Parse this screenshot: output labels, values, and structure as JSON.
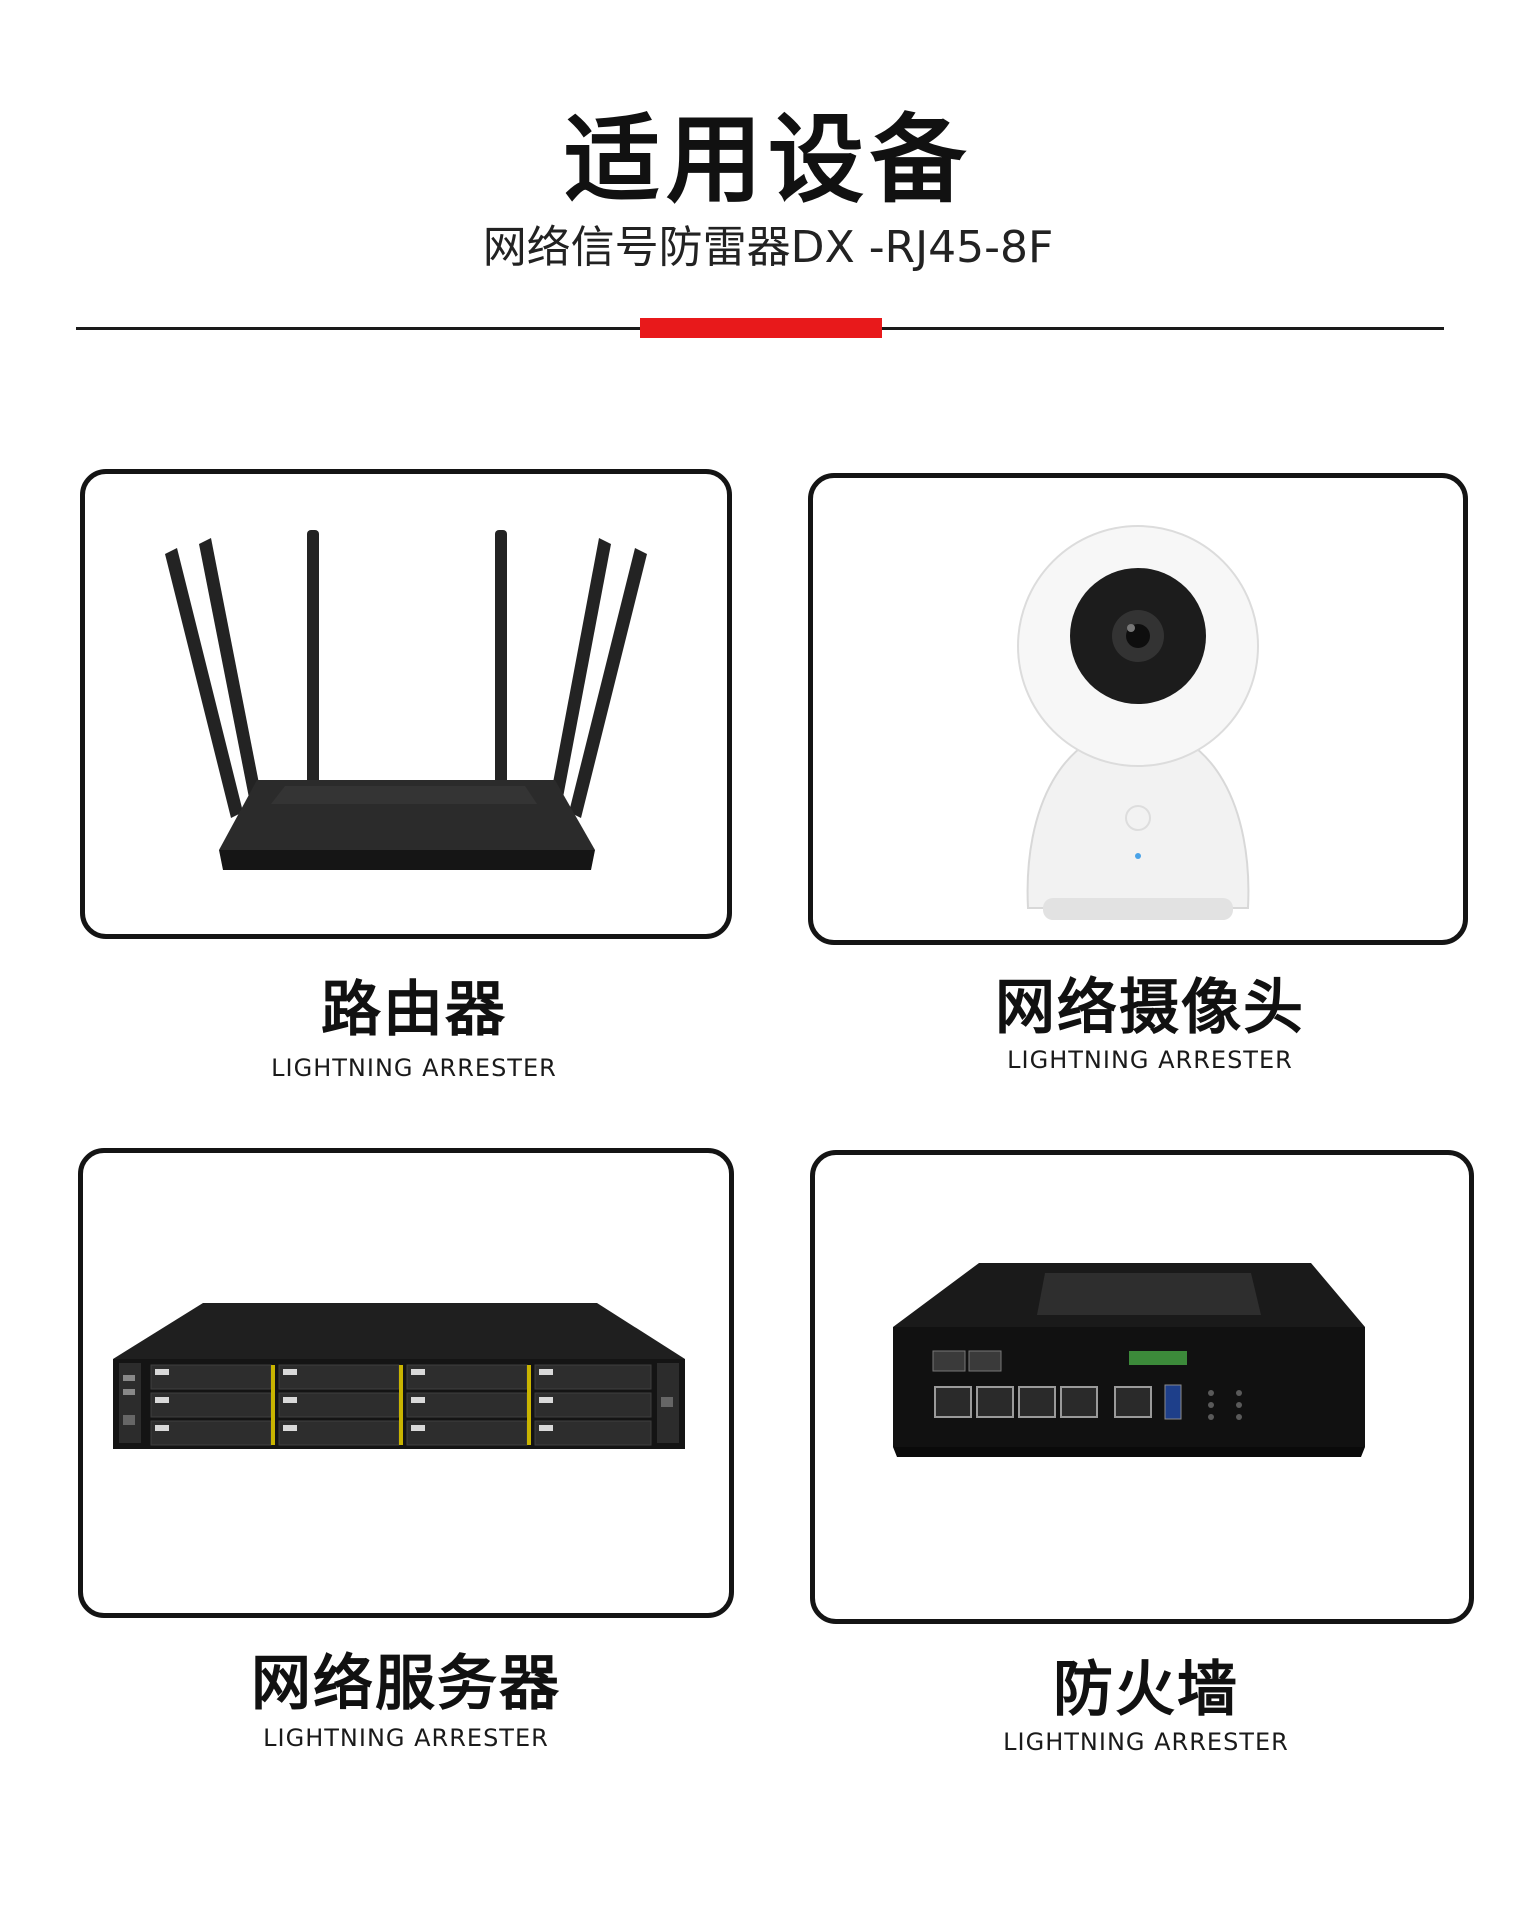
{
  "header": {
    "title": "适用设备",
    "subtitle": "网络信号防雷器DX -RJ45-8F"
  },
  "colors": {
    "accent": "#e8191b",
    "frame": "#141414"
  },
  "devices": [
    {
      "name": "路由器",
      "caption": "LIGHTNING ARRESTER",
      "icon": "router-icon"
    },
    {
      "name": "网络摄像头",
      "caption": "LIGHTNING ARRESTER",
      "icon": "ip-camera-icon"
    },
    {
      "name": "网络服务器",
      "caption": "LIGHTNING ARRESTER",
      "icon": "rack-server-icon"
    },
    {
      "name": "防火墙",
      "caption": "LIGHTNING ARRESTER",
      "icon": "firewall-appliance-icon"
    }
  ]
}
